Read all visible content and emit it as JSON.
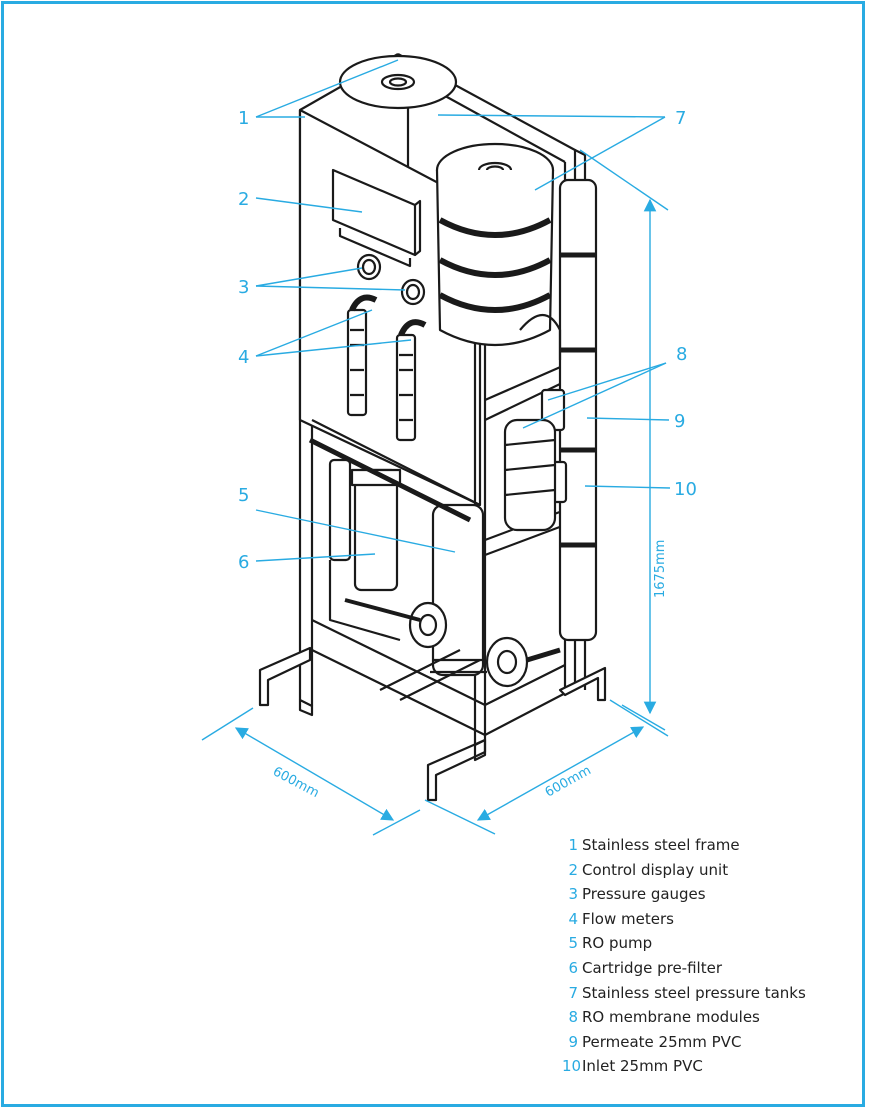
{
  "theme": {
    "accent": "#29abe2",
    "line": "#1a1a1a"
  },
  "callouts": [
    "1",
    "2",
    "3",
    "4",
    "5",
    "6",
    "7",
    "8",
    "9",
    "10"
  ],
  "dimensions": {
    "height": "1675mm",
    "width_left": "600mm",
    "width_right": "600mm"
  },
  "legend": [
    {
      "num": "1",
      "label": "Stainless steel frame"
    },
    {
      "num": "2",
      "label": "Control display unit"
    },
    {
      "num": "3",
      "label": "Pressure gauges"
    },
    {
      "num": "4",
      "label": "Flow meters"
    },
    {
      "num": "5",
      "label": "RO pump"
    },
    {
      "num": "6",
      "label": "Cartridge pre-filter"
    },
    {
      "num": "7",
      "label": "Stainless steel pressure tanks"
    },
    {
      "num": "8",
      "label": "RO membrane modules"
    },
    {
      "num": "9",
      "label": "Permeate 25mm PVC"
    },
    {
      "num": "10",
      "label": "Inlet 25mm PVC"
    }
  ]
}
